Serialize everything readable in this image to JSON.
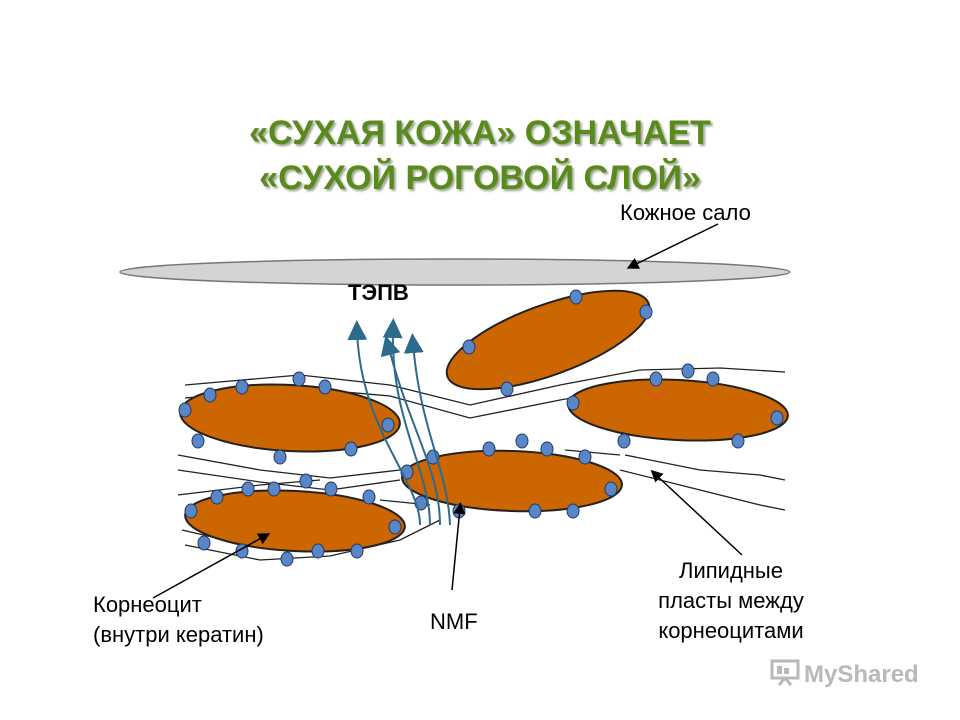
{
  "title": {
    "line1": "«СУХАЯ КОЖА» ОЗНАЧАЕТ",
    "line2": "«СУХОЙ РОГОВОЙ СЛОЙ»"
  },
  "labels": {
    "sebum": "Кожное сало",
    "tewl": "ТЭПВ",
    "corneocyte_line1": "Корнеоцит",
    "corneocyte_line2": "(внутри кератин)",
    "nmf": "NMF",
    "lipid_line1": "Липидные",
    "lipid_line2": "пласты между",
    "lipid_line3": "корнеоцитами"
  },
  "watermark": {
    "text": "MyShared"
  },
  "colors": {
    "title": "#5a8a1e",
    "corneocyte_fill": "#cc6600",
    "nmf_dot": "#5b86c6",
    "sebum_fill": "#d4d4d4",
    "arrow": "#2e6a8c"
  }
}
